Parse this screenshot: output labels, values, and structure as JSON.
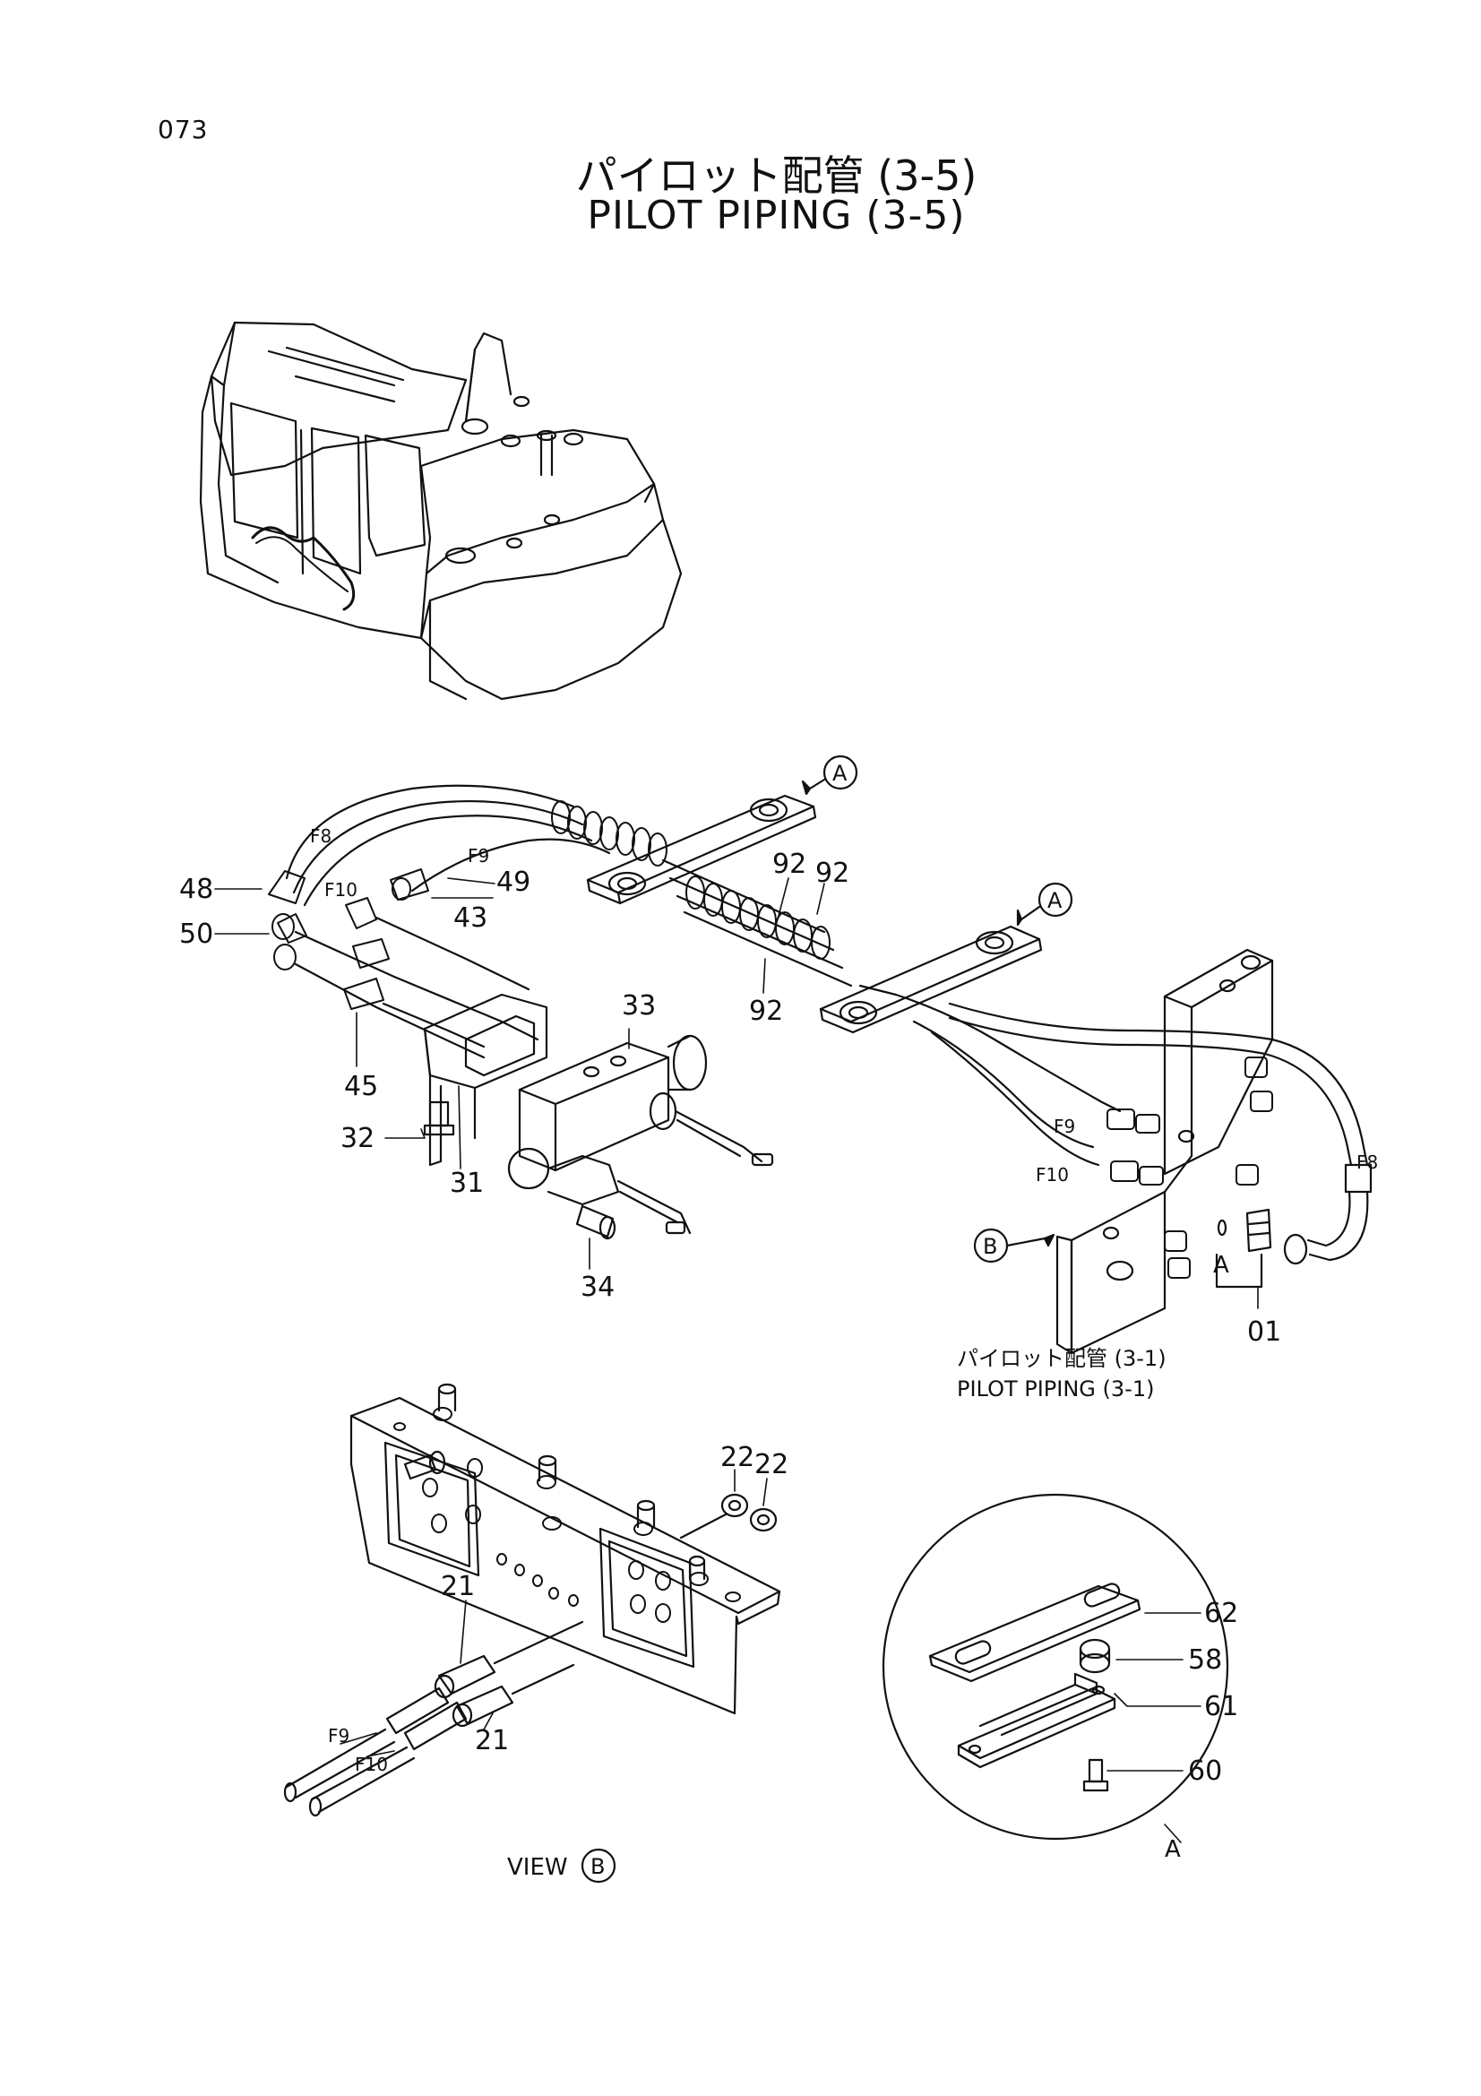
{
  "page_number": "073",
  "title_jp": "パイロット配管 (3-5)",
  "title_en": "PILOT PIPING (3-5)",
  "reference": {
    "text_jp": "パイロット配管 (3-1)",
    "text_en": "PILOT PIPING (3-1)"
  },
  "view_label": "VIEW",
  "callouts": {
    "A": "A",
    "B": "B"
  },
  "detail_label": "A",
  "hose_labels": {
    "f8": "F8",
    "f9": "F9",
    "f10": "F10"
  },
  "part_numbers": [
    "01",
    "21",
    "22",
    "31",
    "32",
    "33",
    "34",
    "43",
    "45",
    "48",
    "49",
    "50",
    "58",
    "60",
    "61",
    "62",
    "92"
  ]
}
